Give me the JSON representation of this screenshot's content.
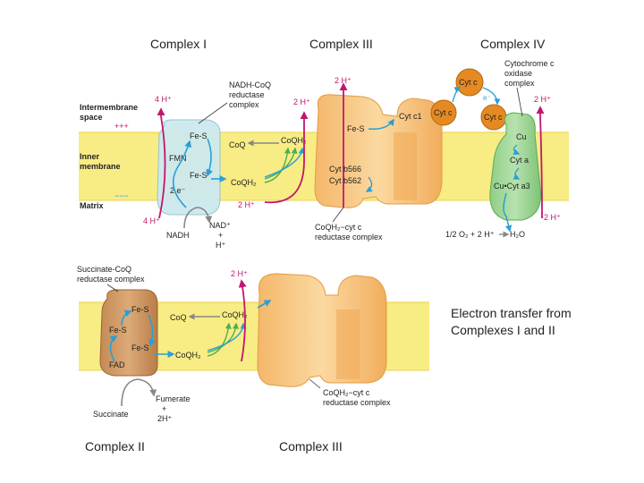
{
  "slide": {
    "complex1_label": "Complex I",
    "complex3_label": "Complex III",
    "complex4_label": "Complex IV",
    "complex2_label": "Complex II",
    "complex3_lower_label": "Complex III",
    "caption_line1": "Electron transfer from",
    "caption_line2": "Complexes I and II"
  },
  "membrane": {
    "intermembrane_1": "Intermembrane",
    "intermembrane_2": "space",
    "plus_charges": "+++",
    "inner_1": "Inner",
    "inner_2": "membrane",
    "minus_charges": "−−−",
    "matrix": "Matrix"
  },
  "complex1": {
    "title_1": "NADH-CoQ",
    "title_2": "reductase",
    "title_3": "complex",
    "protons_out": "4 H⁺",
    "protons_in": "4 H⁺",
    "fes_top": "Fe-S",
    "fmn": "FMN",
    "fes_bottom": "Fe-S",
    "electrons": "2 e⁻",
    "nadh": "NADH",
    "nad_1": "NAD⁺",
    "nad_plus": "+",
    "nad_h": "H⁺",
    "coq": "CoQ",
    "coqh2_out": "CoQH₂",
    "coqh2_in": "CoQH₂"
  },
  "complex3": {
    "protons_top": "2 H⁺",
    "protons_left": "2 H⁺",
    "protons_bottom": "2 H⁺",
    "fes": "Fe-S",
    "cyt_c1": "Cyt c1",
    "cyt_b566": "Cyt b566",
    "cyt_b562": "Cyt b562",
    "title_1": "CoQH₂−cyt c",
    "title_2": "reductase complex"
  },
  "complex4": {
    "title_1": "Cytochrome c",
    "title_2": "oxidase",
    "title_3": "complex",
    "cyt_c_top": "Cyt c",
    "cyt_c_left": "Cyt c",
    "cyt_c_right": "Cyt c",
    "electron": "e⁻",
    "protons_top": "2 H⁺",
    "protons_bottom": "2 H⁺",
    "cu": "Cu",
    "cyt_a": "Cyt a",
    "cu_cyt_a3": "Cu•Cyt a3",
    "oxygen": "1/2 O₂ + 2 H⁺",
    "water": "H₂O"
  },
  "complex2": {
    "title_1": "Succinate-CoQ",
    "title_2": "reductase complex",
    "fes_1": "Fe-S",
    "fes_2": "Fe-S",
    "fes_3": "Fe-S",
    "fad": "FAD",
    "coq": "CoQ",
    "coqh2_out": "CoQH₂",
    "coqh2_in": "CoQH₂",
    "protons": "2 H⁺",
    "succinate": "Succinate",
    "fumerate": "Fumerate",
    "plus": "+",
    "h_plus": "2H⁺"
  },
  "complex3_lower": {
    "title_1": "CoQH₂−cyt c",
    "title_2": "reductase complex"
  }
}
